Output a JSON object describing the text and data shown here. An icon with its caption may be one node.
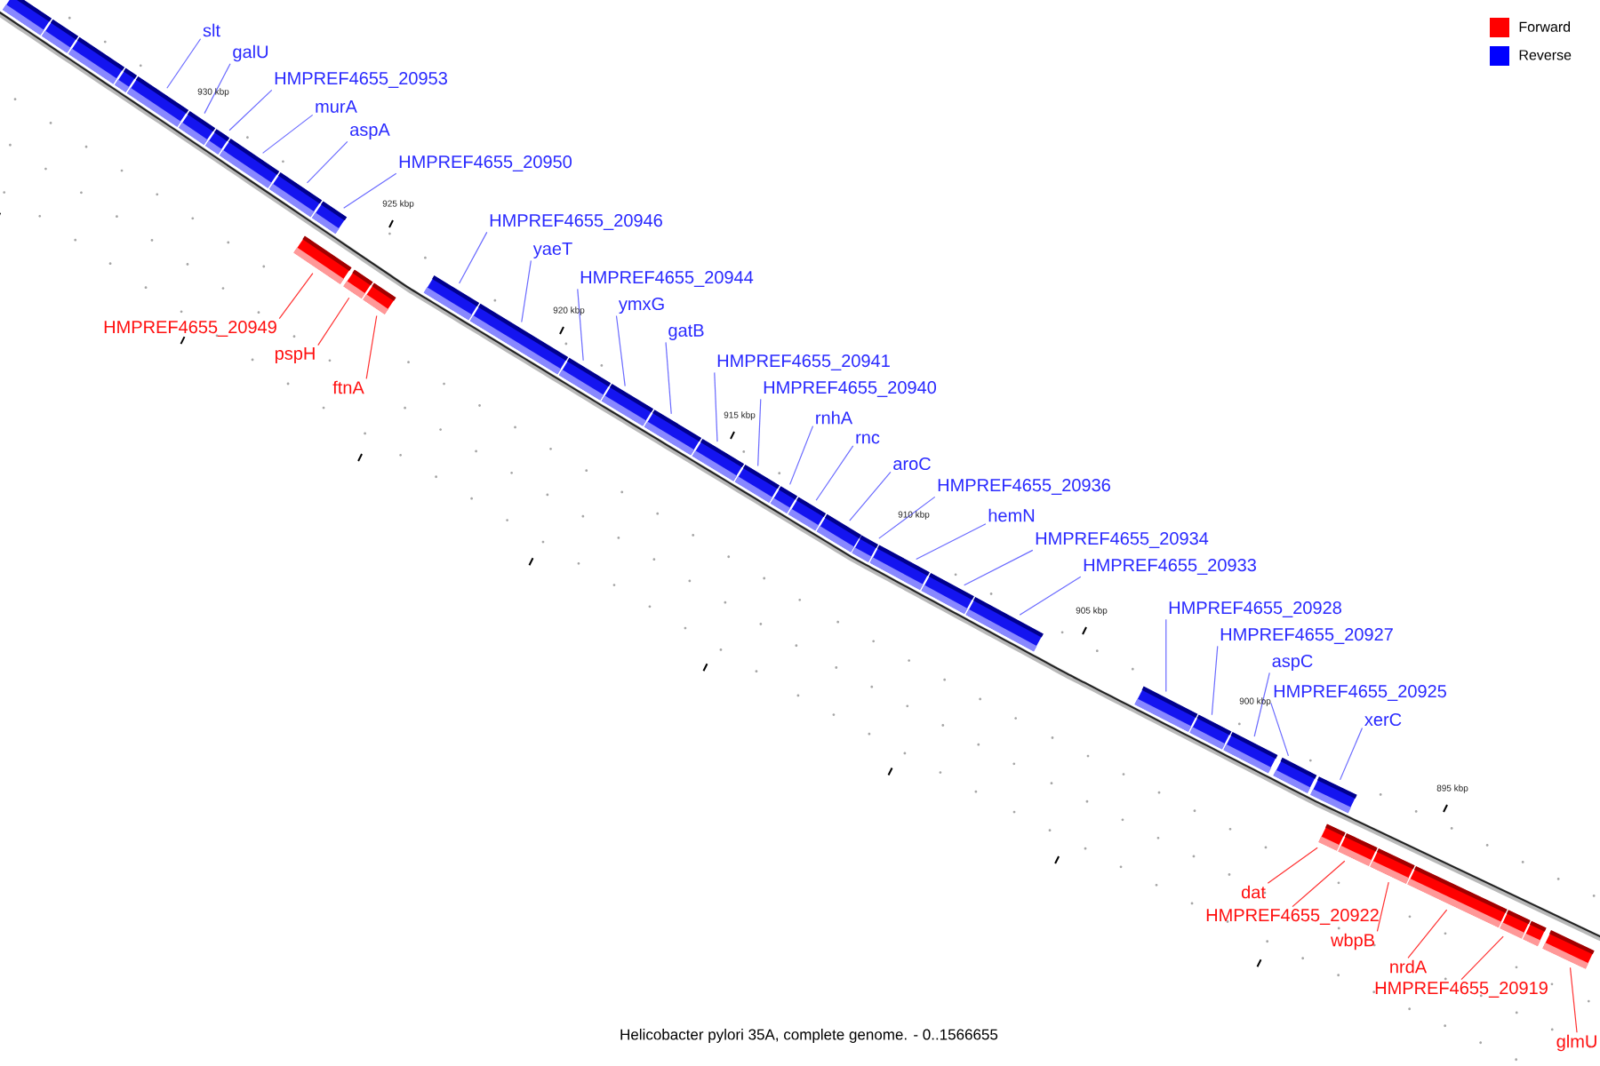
{
  "diagram": {
    "caption": "Helicobacter pylori 35A, complete genome. - 0..1566655",
    "nodes": [
      {
        "text": [],
        "shape": "bar"
      },
      {
        "text": [],
        "shape": "bar"
      },
      {
        "text": [],
        "shape": "bar"
      },
      {
        "text": [],
        "shape": "bar"
      },
      {
        "text": [],
        "shape": "bar"
      },
      {
        "text": [],
        "shape": "bar"
      },
      {
        "text": [],
        "shape": "bar"
      },
      {
        "text": [],
        "shape": "bar"
      },
      {
        "text": [],
        "shape": "bar"
      },
      {
        "text": [],
        "shape": "bar"
      },
      {
        "text": [],
        "shape": "bar"
      },
      {
        "text": [],
        "shape": "bar"
      },
      {
        "text": [],
        "shape": "bar"
      },
      {
        "text": [],
        "shape": "bar"
      },
      {
        "text": [],
        "shape": "bar"
      },
      {
        "text": [],
        "shape": "bar"
      },
      {
        "text": [],
        "shape": "bar"
      },
      {
        "text": [],
        "shape": "bar"
      },
      {
        "text": [],
        "shape": "bar"
      },
      {
        "text": [],
        "shape": "bar"
      },
      {
        "text": [],
        "shape": "bar"
      },
      {
        "text": [],
        "shape": "bar"
      },
      {
        "text": [],
        "shape": "bar"
      },
      {
        "text": [],
        "shape": "bar"
      },
      {
        "text": [],
        "shape": "bar"
      },
      {
        "text": [],
        "shape": "bar"
      },
      {
        "text": [],
        "shape": "bar"
      },
      {
        "text": [],
        "shape": "bar"
      },
      {
        "text": [],
        "shape": "bar"
      },
      {
        "text": [],
        "shape": "bar"
      },
      {
        "text": [],
        "shape": "bar"
      },
      {
        "text": [],
        "shape": "bar"
      },
      {
        "text": [],
        "shape": "bar"
      },
      {
        "text": [],
        "shape": "bar"
      },
      {
        "text": [],
        "shape": "bar"
      },
      {
        "text": [],
        "shape": "bar"
      },
      {
        "text": [],
        "shape": "bar"
      },
      {
        "text": [],
        "shape": "bar"
      },
      {
        "text": [],
        "shape": "bar"
      },
      {
        "text": [
          "slt"
        ]
      },
      {
        "text": [
          "galU"
        ]
      },
      {
        "text": [
          "HMPREF4655_20953"
        ]
      },
      {
        "text": [
          "murA"
        ]
      },
      {
        "text": [
          "aspA"
        ]
      },
      {
        "text": [
          "HMPREF4655_20950"
        ]
      },
      {
        "text": [
          "HMPREF4655_20949"
        ]
      },
      {
        "text": [
          "pspH"
        ]
      },
      {
        "text": [
          "ftnA"
        ]
      },
      {
        "text": [
          "HMPREF4655_20946"
        ]
      },
      {
        "text": [
          "yaeT"
        ]
      },
      {
        "text": [
          "HMPREF4655_20944"
        ]
      },
      {
        "text": [
          "ymxG"
        ]
      },
      {
        "text": [
          "gatB"
        ]
      },
      {
        "text": [
          "HMPREF4655_20941"
        ]
      },
      {
        "text": [
          "HMPREF4655_20940"
        ]
      },
      {
        "text": [
          "rnhA"
        ]
      },
      {
        "text": [
          "rnc"
        ]
      },
      {
        "text": [
          "aroC"
        ]
      },
      {
        "text": [
          "HMPREF4655_20936"
        ]
      },
      {
        "text": [
          "hemN"
        ]
      },
      {
        "text": [
          "HMPREF4655_20934"
        ]
      },
      {
        "text": [
          "HMPREF4655_20933"
        ]
      },
      {
        "text": [
          "HMPREF4655_20928"
        ]
      },
      {
        "text": [
          "HMPREF4655_20927"
        ]
      },
      {
        "text": [
          "aspC"
        ]
      },
      {
        "text": [
          "HMPREF4655_20925"
        ]
      },
      {
        "text": [
          "xerC"
        ]
      },
      {
        "text": [
          "dat"
        ]
      },
      {
        "text": [
          "HMPREF4655_20922"
        ]
      },
      {
        "text": [
          "wbpB"
        ]
      },
      {
        "text": [
          "nrdA"
        ]
      },
      {
        "text": [
          "HMPREF4655_20919"
        ]
      },
      {
        "text": [
          "glmU"
        ]
      }
    ],
    "edges": [
      {
        "from": 39,
        "to": 4,
        "arrow": "none"
      },
      {
        "from": 40,
        "to": 5,
        "arrow": "none"
      },
      {
        "from": 41,
        "to": 6,
        "arrow": "none"
      },
      {
        "from": 42,
        "to": 7,
        "arrow": "none"
      },
      {
        "from": 43,
        "to": 8,
        "arrow": "none"
      },
      {
        "from": 44,
        "to": 9,
        "arrow": "none"
      },
      {
        "from": 45,
        "to": 10,
        "arrow": "none",
        "color": "#ff3030"
      },
      {
        "from": 46,
        "to": 11,
        "arrow": "none",
        "color": "#ff3030"
      },
      {
        "from": 47,
        "to": 12,
        "arrow": "none",
        "color": "#ff3030"
      },
      {
        "from": 48,
        "to": 13,
        "arrow": "none"
      },
      {
        "from": 49,
        "to": 14,
        "arrow": "none"
      },
      {
        "from": 50,
        "to": 15,
        "arrow": "none"
      },
      {
        "from": 51,
        "to": 16,
        "arrow": "none"
      },
      {
        "from": 52,
        "to": 17,
        "arrow": "none"
      },
      {
        "from": 53,
        "to": 18,
        "arrow": "none"
      },
      {
        "from": 54,
        "to": 19,
        "arrow": "none"
      },
      {
        "from": 55,
        "to": 20,
        "arrow": "none"
      },
      {
        "from": 56,
        "to": 21,
        "arrow": "none"
      },
      {
        "from": 57,
        "to": 22,
        "arrow": "none"
      },
      {
        "from": 58,
        "to": 23,
        "arrow": "none"
      },
      {
        "from": 59,
        "to": 24,
        "arrow": "none"
      },
      {
        "from": 60,
        "to": 25,
        "arrow": "none"
      },
      {
        "from": 61,
        "to": 26,
        "arrow": "none"
      },
      {
        "from": 62,
        "to": 27,
        "arrow": "none"
      },
      {
        "from": 63,
        "to": 28,
        "arrow": "none"
      },
      {
        "from": 64,
        "to": 29,
        "arrow": "none"
      },
      {
        "from": 65,
        "to": 30,
        "arrow": "none"
      },
      {
        "from": 66,
        "to": 31,
        "arrow": "none"
      },
      {
        "from": 67,
        "to": 32,
        "arrow": "none",
        "color": "#ff3030"
      },
      {
        "from": 68,
        "to": 33,
        "arrow": "none",
        "color": "#ff3030"
      },
      {
        "from": 69,
        "to": 34,
        "arrow": "none",
        "color": "#ff3030"
      },
      {
        "from": 70,
        "to": 35,
        "arrow": "none",
        "color": "#ff3030"
      },
      {
        "from": 71,
        "to": 36,
        "arrow": "none",
        "color": "#ff3030"
      },
      {
        "from": 72,
        "to": 38,
        "arrow": "none",
        "color": "#ff3030"
      }
    ],
    "labels": [
      "930 kbp",
      "925 kbp",
      "920 kbp",
      "915 kbp",
      "910 kbp",
      "905 kbp",
      "900 kbp",
      "895 kbp"
    ],
    "legend": [
      {
        "text": "Forward",
        "color": "#ff0000"
      },
      {
        "text": "Reverse",
        "color": "#0000ff"
      }
    ]
  }
}
